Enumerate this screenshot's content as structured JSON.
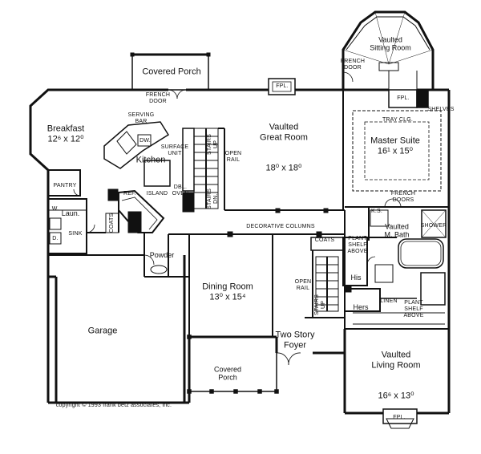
{
  "rooms": {
    "covered_porch_top": {
      "name": "Covered Porch"
    },
    "covered_porch_bottom": {
      "name": "Covered\nPorch"
    },
    "breakfast": {
      "name": "Breakfast",
      "dims": "12⁶ x 12⁰"
    },
    "kitchen": {
      "name": "Kitchen"
    },
    "great_room": {
      "name": "Vaulted\nGreat Room",
      "dims": "18⁰ x 18⁰"
    },
    "sitting_room": {
      "name": "Vaulted\nSitting Room"
    },
    "master_suite": {
      "name": "Master Suite",
      "dims": "16¹ x 15⁰"
    },
    "m_bath": {
      "name": "Vaulted\nM. Bath"
    },
    "dining_room": {
      "name": "Dining Room",
      "dims": "13⁰ x 15⁴"
    },
    "garage": {
      "name": "Garage"
    },
    "foyer": {
      "name": "Two Story\nFoyer"
    },
    "living_room": {
      "name": "Vaulted\nLiving Room",
      "dims": "16⁶ x 13⁰"
    },
    "powder": {
      "name": "Powder"
    },
    "laundry": {
      "name": "Laun."
    },
    "his": {
      "name": "His"
    },
    "hers": {
      "name": "Hers"
    },
    "pantry": {
      "name": "PANTRY"
    }
  },
  "labels": {
    "french_door_porch": "FRENCH\nDOOR",
    "french_door_sitting": "FRENCH\nDOOR",
    "french_doors_suite": "FRENCH\nDOORS",
    "fpl_great": "FPL.",
    "fpl_master": "FPL.",
    "fpl_living": "FPL.",
    "shelves": "SHELVES",
    "tray_clg": "TRAY CLG.",
    "serving_bar": "SERVING\nBAR",
    "dw": "DW.",
    "surface_unit": "SURFACE\nUNIT",
    "island": "ISLAND",
    "dbl_oven": "DBL.\nOVEN",
    "ref": "REF.",
    "open_rail_upper": "OPEN\nRAIL",
    "open_rail_foyer": "OPEN\nRAIL",
    "stairs_up": "STAIRS\nUP",
    "stairs_dn": "STAIRS\nDN.",
    "stairs_up_foyer": "STAIRS\nUP",
    "decorative_columns": "DECORATIVE COLUMNS",
    "coats_hall": "COATS",
    "coats_laundry": "COATS",
    "ks": "K.S.",
    "shower": "SHOWER",
    "plant_shelf_above_1": "PLANT\nSHELF\nABOVE",
    "plant_shelf_above_2": "PLANT\nSHELF\nABOVE",
    "linen": "LINEN",
    "w": "W.",
    "d": "D.",
    "sink": "SINK"
  },
  "copyright": "copyright © 1993 frank betz associates, inc."
}
